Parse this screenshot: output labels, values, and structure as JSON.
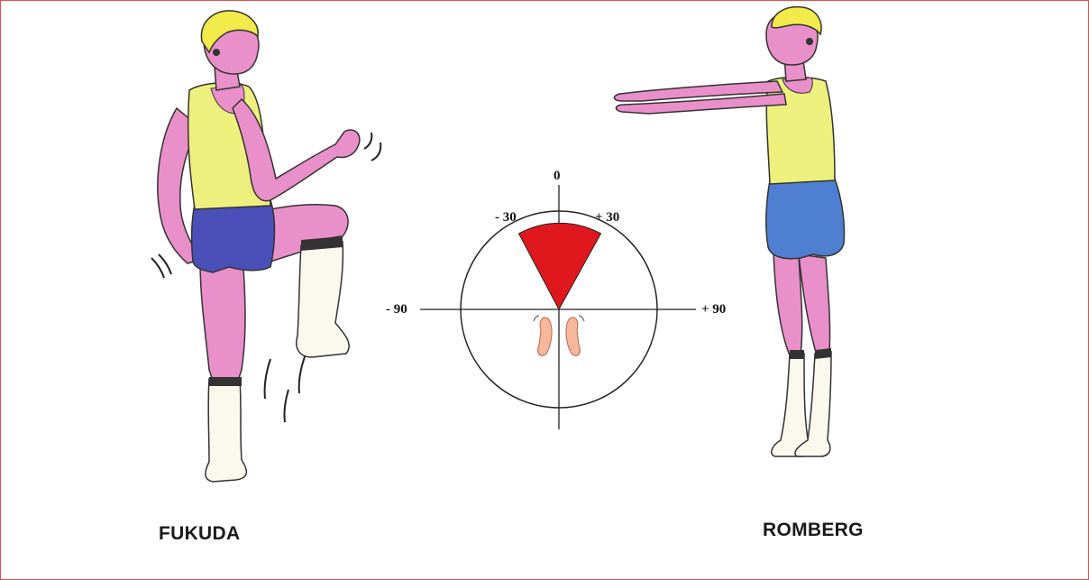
{
  "labels": {
    "left_figure": "FUKUDA",
    "right_figure": "ROMBERG"
  },
  "dial": {
    "top": "0",
    "left_tick": "- 30",
    "right_tick": "+ 30",
    "left_axis": "- 90",
    "right_axis": "+ 90",
    "sector_start_deg": -30,
    "sector_end_deg": 30
  },
  "colors": {
    "border": "#d9534f",
    "skin": "#e98fc9",
    "hair": "#f2e94a",
    "shirt": "#eef07e",
    "shorts_left": "#4b4fb8",
    "shorts_right": "#4f7fd0",
    "sector": "#e0171c",
    "feet": "#f6b79a"
  }
}
